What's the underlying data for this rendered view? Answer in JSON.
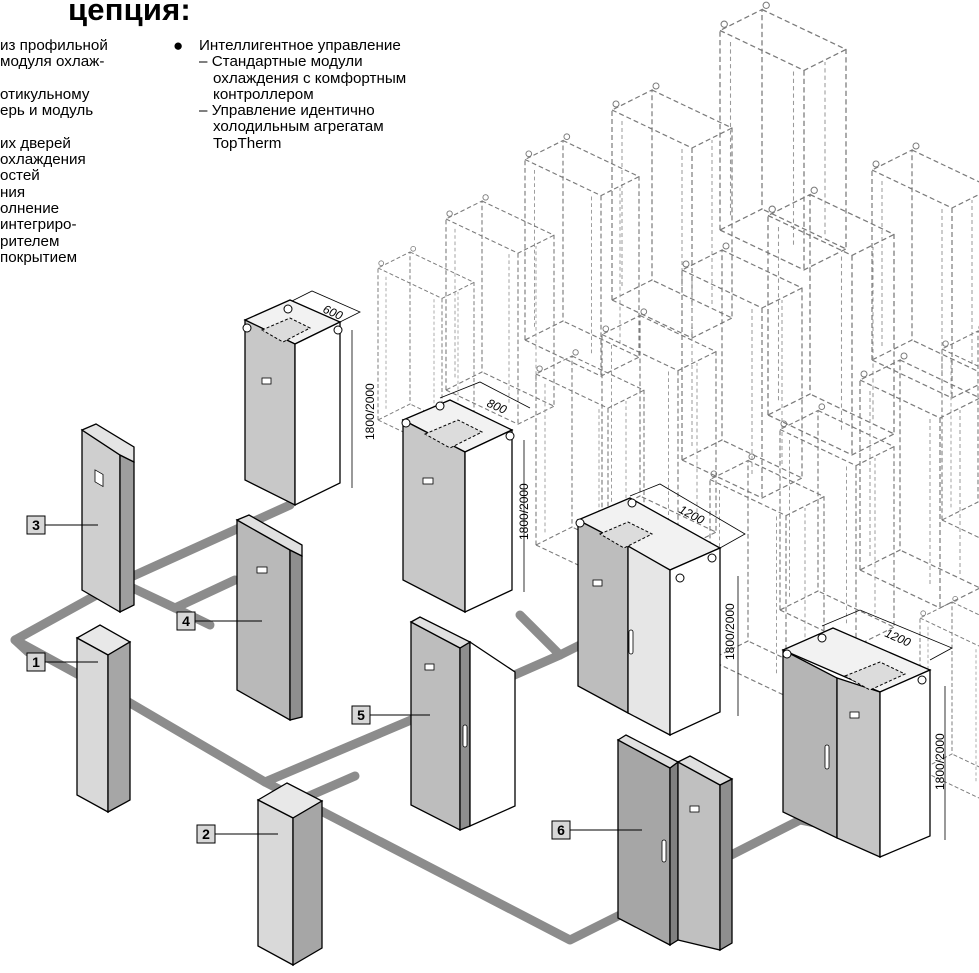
{
  "heading": "цепция:",
  "left_column_lines": [
    "из профильной",
    "модуля охлаж-",
    "",
    "отикульному",
    "ерь и модуль",
    "",
    "их дверей",
    "охлаждения",
    "остей",
    "ния",
    "олнение",
    "интегриро-",
    "рителем",
    " покрытием"
  ],
  "features": {
    "bullet_symbol": "●",
    "title": "Интеллигентное управление",
    "items": [
      {
        "dash": "–",
        "lines": [
          "Стандартные модули",
          "охлаждения с комфортным",
          "контроллером"
        ]
      },
      {
        "dash": "–",
        "lines": [
          "Управление идентично",
          "холодильным агрегатам",
          "TopTherm"
        ]
      }
    ]
  },
  "callouts": [
    "1",
    "2",
    "3",
    "4",
    "5",
    "6"
  ],
  "dimensions": {
    "width_600": "600",
    "width_800": "800",
    "width_1200_a": "1200",
    "width_1200_b": "1200",
    "height_a": "1800/2000",
    "height_b": "1800/2000",
    "height_c": "1800/2000",
    "height_d": "1800/2000"
  },
  "colors": {
    "module_light": "#e4e4e4",
    "module_mid": "#cfcfcf",
    "module_dark": "#9e9e9e",
    "path_gray": "#8c8c8c",
    "frame_dash": "#7a7a7a",
    "callout_fill": "#d7d7d7"
  },
  "icons": [
    "dimension-arrow-icon",
    "callout-box-icon",
    "door-handle-icon",
    "bullet-dot-icon"
  ]
}
